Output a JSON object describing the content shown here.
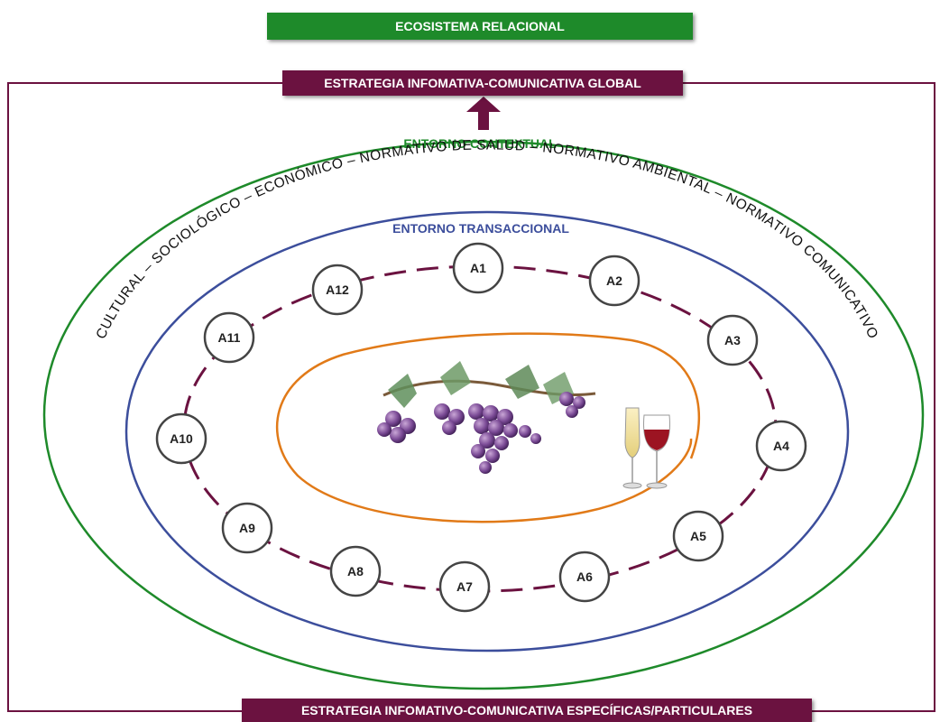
{
  "colors": {
    "green": "#1e8a2a",
    "maroon": "#6b1240",
    "blue": "#3c4e9c",
    "orange": "#e17a18",
    "dash": "#6b1240"
  },
  "banners": {
    "ecosystem": "ECOSISTEMA RELACIONAL",
    "global": "ESTRATEGIA INFOMATIVA-COMUNICATIVA GLOBAL",
    "specific": "ESTRATEGIA INFOMATIVO-COMUNICATIVA ESPECÍFICAS/PARTICULARES"
  },
  "rings": {
    "contextual_label": "ENTORNO CONTEXTUAL",
    "contextual_text": "CULTURAL – SOCIOLÓGICO – ECONÓMICO – NORMATIVO DE SALUD – NORMATIVO AMBIENTAL – NORMATIVO COMUNICATIVO",
    "transactional_label": "ENTORNO TRANSACCIONAL"
  },
  "actors": [
    "A1",
    "A2",
    "A3",
    "A4",
    "A5",
    "A6",
    "A7",
    "A8",
    "A9",
    "A10",
    "A11",
    "A12"
  ],
  "center": {
    "grapes_icon": "grapes-illustration",
    "glasses_icon": "wine-glasses-icon"
  },
  "arrow_icon": "up-arrow-icon"
}
